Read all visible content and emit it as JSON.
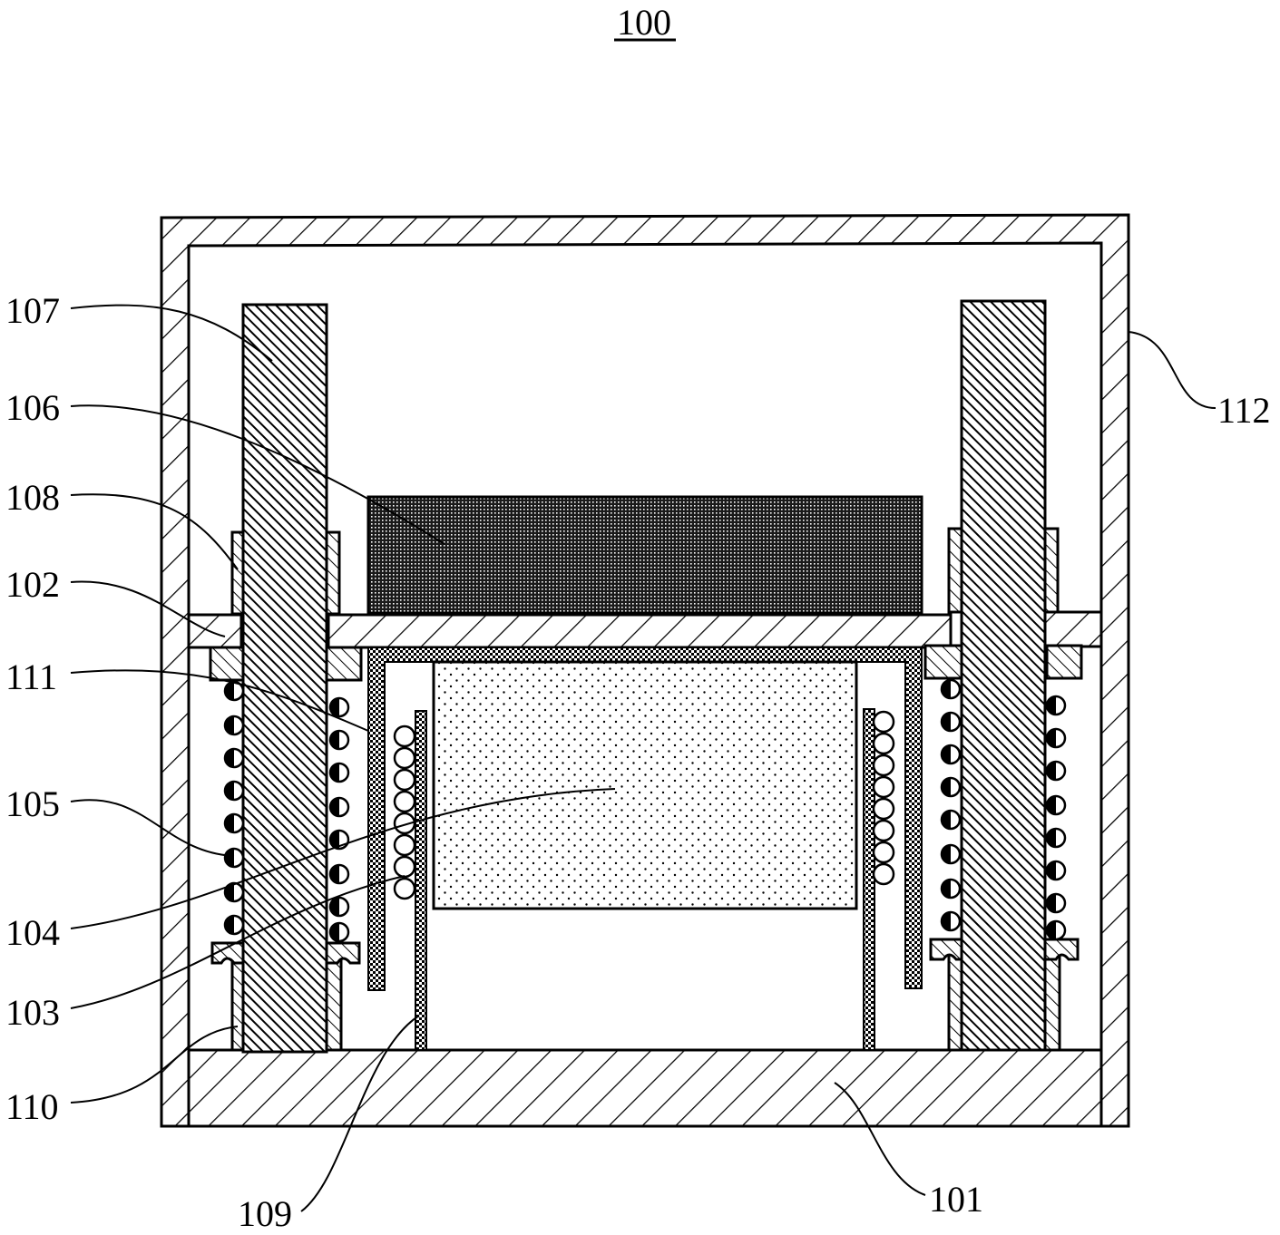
{
  "figure": {
    "title": "100",
    "labels": {
      "l101": "101",
      "l102": "102",
      "l103": "103",
      "l104": "104",
      "l105": "105",
      "l106": "106",
      "l107": "107",
      "l108": "108",
      "l109": "109",
      "l110": "110",
      "l111": "111",
      "l112": "112"
    },
    "colors": {
      "ink": "#000000",
      "paper": "#ffffff"
    }
  }
}
